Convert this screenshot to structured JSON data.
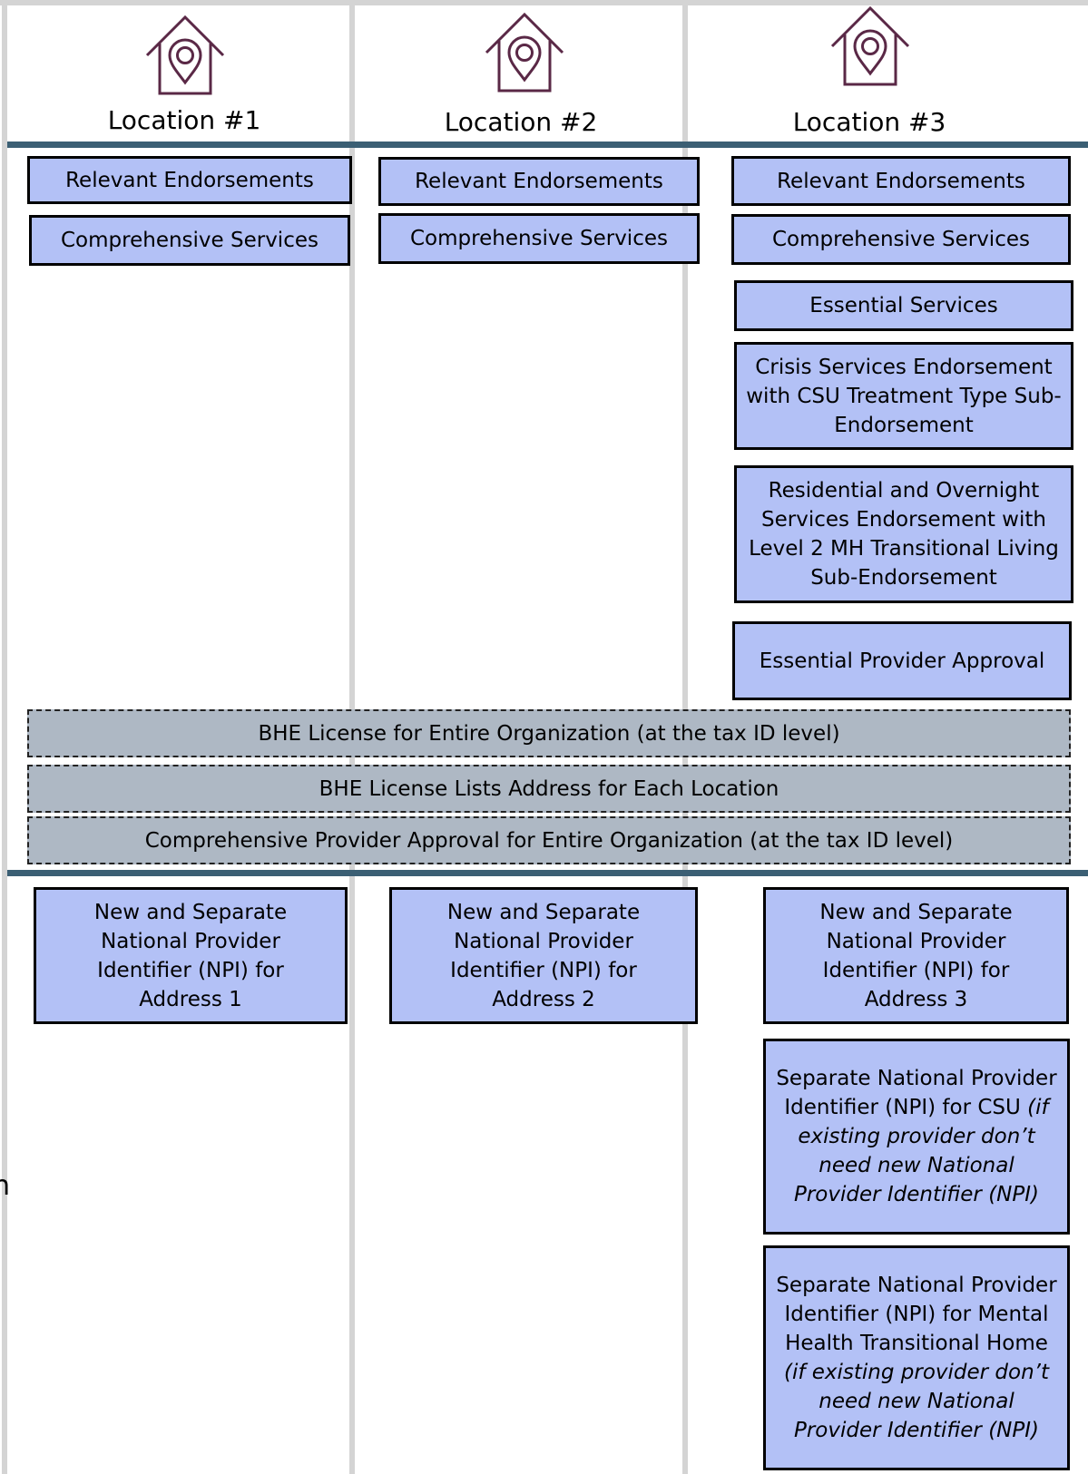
{
  "locations": [
    {
      "title": "Location #1"
    },
    {
      "title": "Location #2"
    },
    {
      "title": "Location #3"
    }
  ],
  "icons": {
    "location": "house-location-pin-icon",
    "color": "#5a2846"
  },
  "colors": {
    "box_fill": "#b3c1f6",
    "org_fill": "#aeb8c4",
    "divider": "#3b5f74",
    "column_line": "#d4d4d4"
  },
  "loc1": {
    "relevant": "Relevant Endorsements",
    "comprehensive": "Comprehensive Services",
    "npi": "New and Separate National Provider Identifier (NPI) for Address 1"
  },
  "loc2": {
    "relevant": "Relevant Endorsements",
    "comprehensive": "Comprehensive Services",
    "npi": "New and Separate National Provider Identifier (NPI) for Address 2"
  },
  "loc3": {
    "relevant": "Relevant Endorsements",
    "comprehensive": "Comprehensive Services",
    "essential": "Essential Services",
    "crisis": "Crisis Services Endorsement with CSU Treatment Type Sub-Endorsement",
    "residential": "Residential and Overnight Services Endorsement with Level 2 MH Transitional Living Sub-Endorsement",
    "essential_provider": "Essential Provider Approval",
    "npi": "New and Separate National Provider Identifier (NPI) for Address 3",
    "csu_npi_main": "Separate National Provider Identifier (NPI) for CSU",
    "csu_npi_note": "(if existing provider don’t need new National Provider Identifier (NPI)",
    "mh_npi_main": "Separate National Provider Identifier (NPI) for Mental Health Transitional Home",
    "mh_npi_note": "(if existing provider don’t need new National Provider Identifier (NPI)"
  },
  "organization": {
    "license": "BHE License for Entire Organization (at the tax ID level)",
    "addresses": "BHE License Lists Address for Each Location",
    "approval": "Comprehensive Provider Approval for Entire Organization (at the tax ID level)"
  },
  "edge_text": "n"
}
